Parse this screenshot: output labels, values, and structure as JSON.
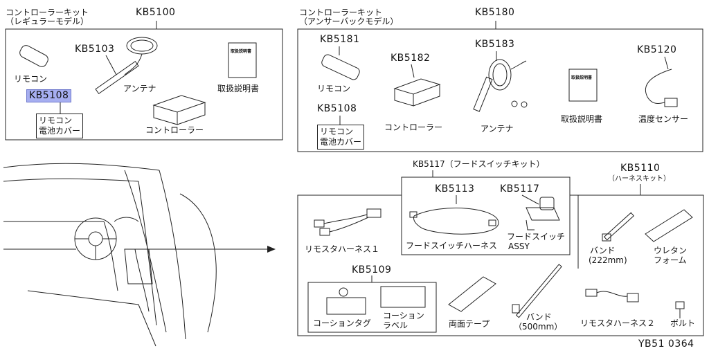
{
  "diagram_code": "YB51 0364",
  "groups": {
    "regular": {
      "title_line1": "コントローラーキット",
      "title_line2": "（レギュラーモデル）",
      "part_no": "KB5100"
    },
    "answerback": {
      "title_line1": "コントローラーキット",
      "title_line2": "（アンサーバックモデル）",
      "part_no": "KB5180"
    },
    "hood_switch_kit": {
      "title": "KB5117（フードスイッチキット）"
    },
    "harness_kit": {
      "part_no": "KB5110",
      "subtitle": "（ハーネスキット）"
    },
    "caution": {
      "part_no": "KB5109"
    }
  },
  "parts": {
    "kb5103": "KB5103",
    "kb5108_hl": "KB5108",
    "kb5181": "KB5181",
    "kb5182": "KB5182",
    "kb5183": "KB5183",
    "kb5120": "KB5120",
    "kb5108": "KB5108",
    "kb5113": "KB5113",
    "kb5117": "KB5117"
  },
  "labels": {
    "remocon_a": "リモコン",
    "antenna_a": "アンテナ",
    "manual_a": "取扱説明書",
    "cover_a_1": "リモコン",
    "cover_a_2": "電池カバー",
    "controller_a": "コントローラー",
    "remocon_b": "リモコン",
    "controller_b": "コントローラー",
    "antenna_b": "アンテナ",
    "manual_b": "取扱説明書",
    "temp_sensor": "温度センサー",
    "cover_b_1": "リモコン",
    "cover_b_2": "電池カバー",
    "hood_harness": "フードスイッチハーネス",
    "hood_assy_1": "フードスイッチ",
    "hood_assy_2": "ASSY",
    "rs_harness_1": "リモスタハーネス１",
    "band_222_1": "バンド",
    "band_222_2": "(222mm)",
    "urethane_1": "ウレタン",
    "urethane_2": "フォーム",
    "caution_tag": "コーションタグ",
    "caution_label_1": "コーション",
    "caution_label_2": "ラベル",
    "double_tape": "両面テープ",
    "band_500_1": "バンド",
    "band_500_2": "（500mm）",
    "rs_harness_2": "リモスタハーネス２",
    "bolt": "ボルト",
    "manual_tag": "取扱説明書"
  }
}
